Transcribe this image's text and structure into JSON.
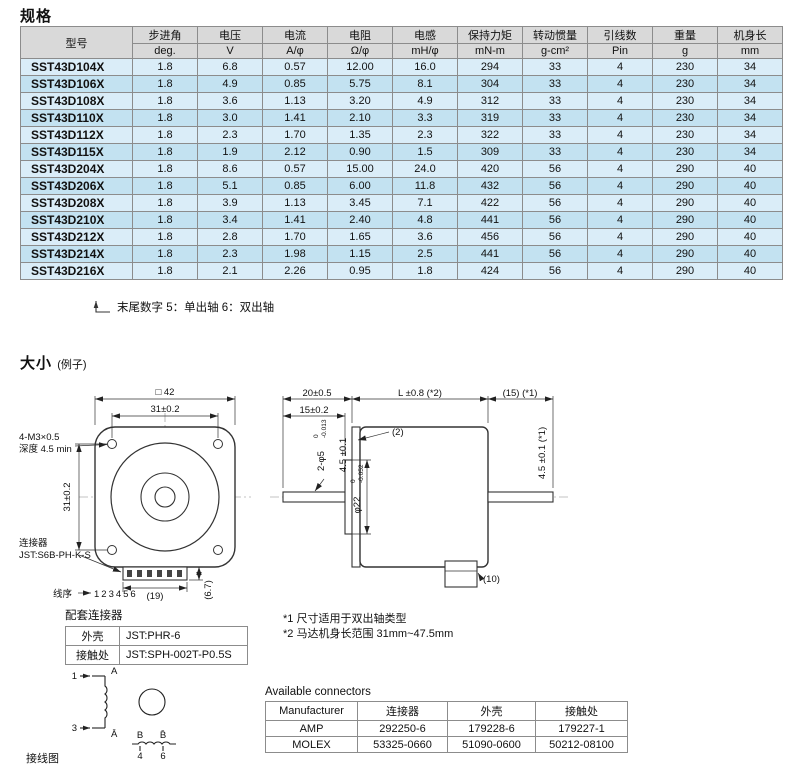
{
  "colors": {
    "header_bg": "#d9d9d9",
    "row_light": "#daedf8",
    "row_dark": "#c3e2f1",
    "table_border": "#8c8c8c"
  },
  "spec": {
    "title": "规格",
    "table": {
      "col_model": "型号",
      "headers": [
        {
          "label": "步进角",
          "unit": "deg."
        },
        {
          "label": "电压",
          "unit": "V"
        },
        {
          "label": "电流",
          "unit": "A/φ"
        },
        {
          "label": "电阻",
          "unit": "Ω/φ"
        },
        {
          "label": "电感",
          "unit": "mH/φ"
        },
        {
          "label": "保持力矩",
          "unit": "mN-m"
        },
        {
          "label": "转动惯量",
          "unit": "g-cm²"
        },
        {
          "label": "引线数",
          "unit": "Pin"
        },
        {
          "label": "重量",
          "unit": "g"
        },
        {
          "label": "机身长",
          "unit": "mm"
        }
      ],
      "rows": [
        [
          "SST43D104X",
          "1.8",
          "6.8",
          "0.57",
          "12.00",
          "16.0",
          "294",
          "33",
          "4",
          "230",
          "34"
        ],
        [
          "SST43D106X",
          "1.8",
          "4.9",
          "0.85",
          "5.75",
          "8.1",
          "304",
          "33",
          "4",
          "230",
          "34"
        ],
        [
          "SST43D108X",
          "1.8",
          "3.6",
          "1.13",
          "3.20",
          "4.9",
          "312",
          "33",
          "4",
          "230",
          "34"
        ],
        [
          "SST43D110X",
          "1.8",
          "3.0",
          "1.41",
          "2.10",
          "3.3",
          "319",
          "33",
          "4",
          "230",
          "34"
        ],
        [
          "SST43D112X",
          "1.8",
          "2.3",
          "1.70",
          "1.35",
          "2.3",
          "322",
          "33",
          "4",
          "230",
          "34"
        ],
        [
          "SST43D115X",
          "1.8",
          "1.9",
          "2.12",
          "0.90",
          "1.5",
          "309",
          "33",
          "4",
          "230",
          "34"
        ],
        [
          "SST43D204X",
          "1.8",
          "8.6",
          "0.57",
          "15.00",
          "24.0",
          "420",
          "56",
          "4",
          "290",
          "40"
        ],
        [
          "SST43D206X",
          "1.8",
          "5.1",
          "0.85",
          "6.00",
          "11.8",
          "432",
          "56",
          "4",
          "290",
          "40"
        ],
        [
          "SST43D208X",
          "1.8",
          "3.9",
          "1.13",
          "3.45",
          "7.1",
          "422",
          "56",
          "4",
          "290",
          "40"
        ],
        [
          "SST43D210X",
          "1.8",
          "3.4",
          "1.41",
          "2.40",
          "4.8",
          "441",
          "56",
          "4",
          "290",
          "40"
        ],
        [
          "SST43D212X",
          "1.8",
          "2.8",
          "1.70",
          "1.65",
          "3.6",
          "456",
          "56",
          "4",
          "290",
          "40"
        ],
        [
          "SST43D214X",
          "1.8",
          "2.3",
          "1.98",
          "1.15",
          "2.5",
          "441",
          "56",
          "4",
          "290",
          "40"
        ],
        [
          "SST43D216X",
          "1.8",
          "2.1",
          "2.26",
          "0.95",
          "1.8",
          "424",
          "56",
          "4",
          "290",
          "40"
        ]
      ]
    },
    "footnote": "末尾数字 5：单出轴 6：双出轴"
  },
  "dims": {
    "title": "大小",
    "subtitle": "(例子)",
    "front": {
      "square": "□ 42",
      "h_dim": "31±0.2",
      "v_dim": "31±0.2",
      "screws": "4-M3×0.5",
      "screw_depth": "深度 4.5 min",
      "connector_label": "连接器",
      "connector_part": "JST:S6B-PH-K-S",
      "connector_width": "(19)",
      "connector_height": "(6.7)",
      "wire_label": "线序",
      "wire_numbers": "123456"
    },
    "side": {
      "dim_20": "20±0.5",
      "dim_15": "15±0.2",
      "dim_L": "L ±0.8 (*2)",
      "dim_15r": "(15) (*1)",
      "dim_2": "(2)",
      "shaft": "2-φ5",
      "shaft_tol_top": "0",
      "shaft_tol_bot": "-0.013",
      "dim_45": "4.5 ±0.1",
      "pilot": "φ22",
      "pilot_tol_top": "0",
      "pilot_tol_bot": "-0.052",
      "dim_45r": "4.5 ±0.1 (*1)",
      "dim_10": "(10)"
    },
    "notes": {
      "note1": "*1 尺寸适用于双出轴类型",
      "note2": "*2 马达机身长范围 31mm~47.5mm"
    }
  },
  "mating": {
    "title": "配套连接器",
    "rows": [
      [
        "外壳",
        "JST:PHR-6"
      ],
      [
        "接触处",
        "JST:SPH-002T-P0.5S"
      ]
    ]
  },
  "wiring": {
    "label": "接线图",
    "pin1": "1",
    "pin3": "3",
    "pin4": "4",
    "pin6": "6",
    "phase_a": "A",
    "phase_a_bar": "Ā",
    "phase_b": "B",
    "phase_b_bar": "B̄"
  },
  "connectors": {
    "title": "Available connectors",
    "headers": [
      "Manufacturer",
      "连接器",
      "外壳",
      "接触处"
    ],
    "rows": [
      [
        "AMP",
        "292250-6",
        "179228-6",
        "179227-1"
      ],
      [
        "MOLEX",
        "53325-0660",
        "51090-0600",
        "50212-08100"
      ]
    ]
  }
}
